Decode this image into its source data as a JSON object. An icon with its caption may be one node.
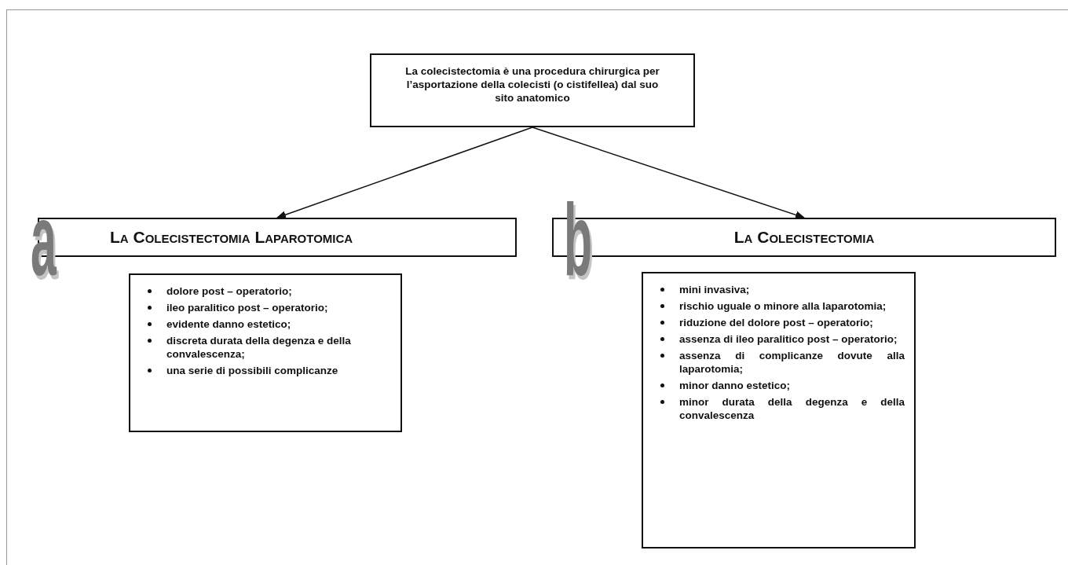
{
  "diagram": {
    "nodes": [
      {
        "text": [
          "La colecistectomia è una procedura chirurgica per l’asportazione della colecisti (o cistifellea) dal suo sito anatomico"
        ]
      },
      {
        "text": [
          "La Colecistectomia Laparotomica"
        ]
      },
      {
        "text": [
          "dolore post – operatorio;",
          "ileo paralitico post – operatorio;",
          "evidente danno estetico;",
          "discreta durata della degenza e della convalescenza;",
          "una serie di possibili complicanze"
        ]
      },
      {
        "text": [
          "La Colecistectomia"
        ]
      },
      {
        "text": [
          "mini invasiva;",
          "rischio uguale o minore alla laparotomia;",
          "riduzione del dolore post – operatorio;",
          "assenza di ileo paralitico post – operatorio;",
          "assenza di complicanze dovute alla laparotomia;",
          "minor danno estetico;",
          "minor durata della degenza e della convalescenza"
        ]
      }
    ],
    "edges": [
      {
        "from": 0,
        "to": 1,
        "arrow": "to"
      },
      {
        "from": 0,
        "to": 3,
        "arrow": "to"
      }
    ],
    "labels": [
      "a",
      "b"
    ]
  }
}
